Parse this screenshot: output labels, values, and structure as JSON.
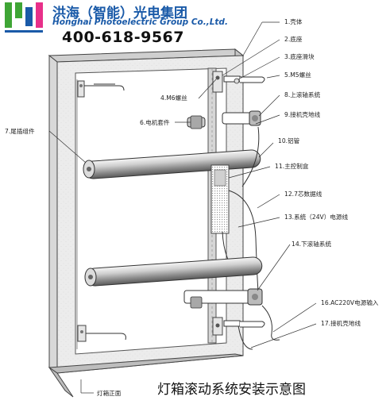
{
  "header": {
    "company_cn": "洪海（智能）光电集团",
    "company_en": "Honghai Photoelectric Group Co.,Ltd.",
    "phone": "400-618-9567",
    "logo_colors": [
      "#3fa535",
      "#1a5aa8",
      "#e8308a"
    ]
  },
  "diagram": {
    "caption": "灯箱滚动系统安装示意图",
    "front_label": "灯箱正面",
    "labels": {
      "l1": "1.壳体",
      "l2": "2.底座",
      "l3": "3.底座滑块",
      "l4": "4.M6螺丝",
      "l5": "5.M5螺丝",
      "l6": "6.电机套件",
      "l7": "7.尾插组件",
      "l8": "8.上滚轴系统",
      "l9": "9.接机壳地线",
      "l10": "10.铝管",
      "l11": "11.主控制盒",
      "l12": "12.7芯数据线",
      "l13": "13.系统（24V）电源线",
      "l14": "14.下滚轴系统",
      "l16": "16.AC220V电源输入",
      "l17": "17.接机壳地线"
    }
  }
}
